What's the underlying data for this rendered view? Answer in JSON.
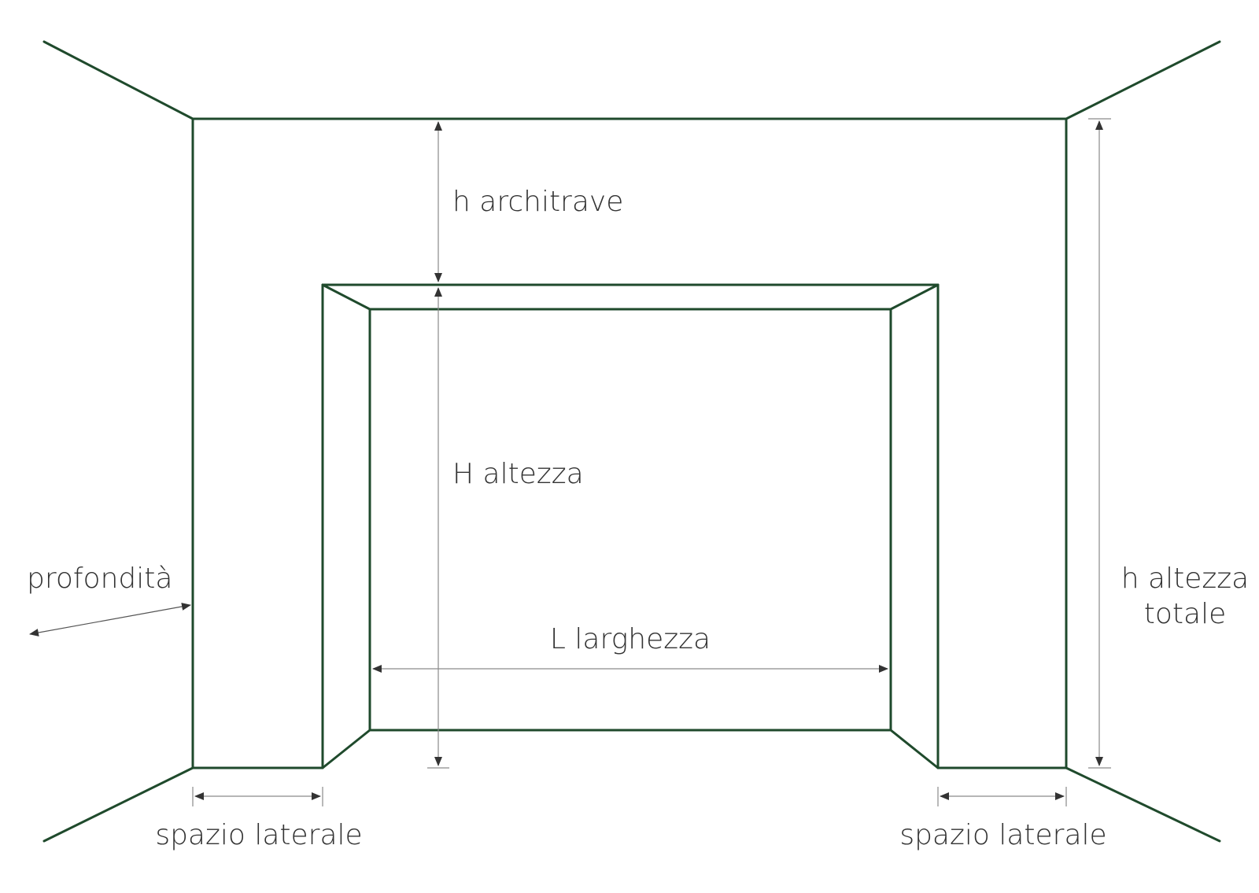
{
  "colors": {
    "wall_line": "#1f4a2c",
    "dimension_line": "#8a8a8a",
    "arrow": "#333333",
    "label_text": "#333333",
    "background": "#ffffff"
  },
  "labels": {
    "lintel_height": "h architrave",
    "opening_height": "H altezza",
    "depth": "profondità",
    "total_height_line1": "h altezza",
    "total_height_line2": "totale",
    "opening_width": "L larghezza",
    "side_space_left": "spazio laterale",
    "side_space_right": "spazio laterale"
  }
}
